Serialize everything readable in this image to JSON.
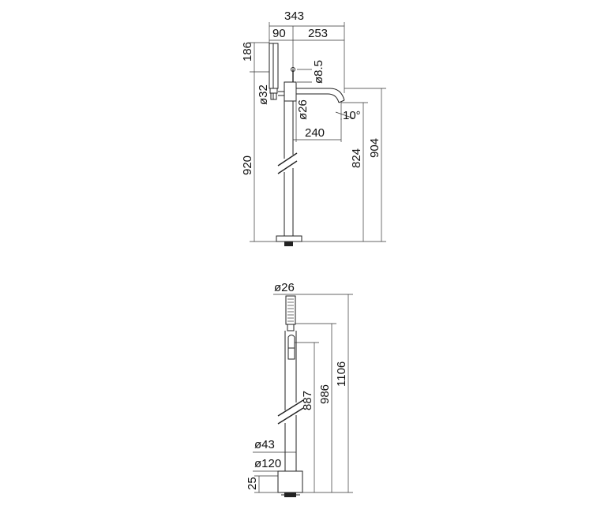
{
  "top_view": {
    "dims": {
      "overall_width": "343",
      "width_left": "90",
      "width_right": "253",
      "height_186": "186",
      "dia_32": "ø32",
      "dia_8_5": "ø8.5",
      "dia_26": "ø26",
      "angle": "10°",
      "spout_length": "240",
      "height_920": "920",
      "height_824": "824",
      "height_904": "904"
    }
  },
  "bottom_view": {
    "dims": {
      "dia_26": "ø26",
      "height_887": "887",
      "height_986": "986",
      "height_1106": "1106",
      "dia_43": "ø43",
      "dia_120": "ø120",
      "height_25": "25"
    }
  }
}
